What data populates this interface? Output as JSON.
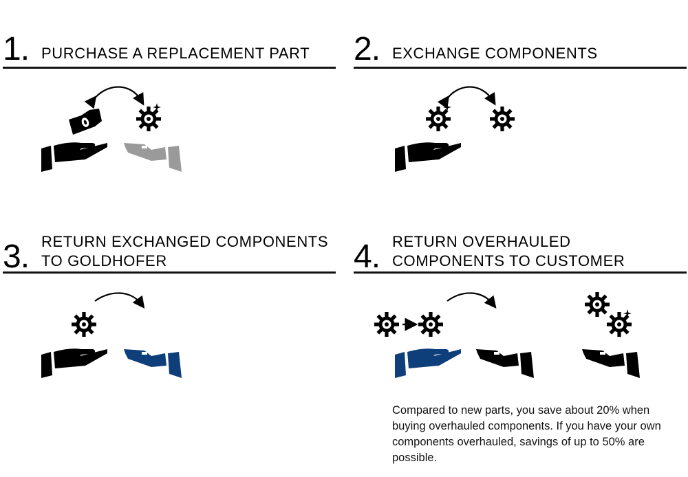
{
  "steps": [
    {
      "number": "1.",
      "title_lines": [
        "PURCHASE A REPLACEMENT PART"
      ]
    },
    {
      "number": "2.",
      "title_lines": [
        "EXCHANGE COMPONENTS"
      ]
    },
    {
      "number": "3.",
      "title_lines": [
        "RETURN EXCHANGED COMPONENTS",
        "TO GOLDHOFER"
      ]
    },
    {
      "number": "4.",
      "title_lines": [
        "RETURN OVERHAULED",
        "COMPONENTS TO CUSTOMER"
      ]
    }
  ],
  "note": "Compared to new parts, you save about 20% when buying overhauled components. If you have your own components overhauled, savings of up to 50% are possible.",
  "colors": {
    "black": "#000000",
    "grey_hand": "#9a9a9a",
    "blue_hand": "#0e3f7a"
  },
  "icons": [
    "hand-giving-icon",
    "hand-receiving-icon",
    "banknote-icon",
    "gear-icon",
    "sparkle-icon",
    "curved-arrow-icon",
    "right-arrow-icon"
  ]
}
